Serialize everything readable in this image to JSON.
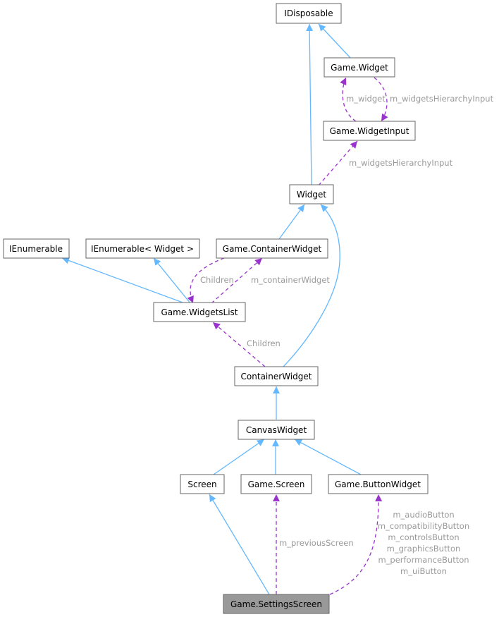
{
  "nodes": {
    "idisposable": "IDisposable",
    "game_widget": "Game.Widget",
    "game_widget_input": "Game.WidgetInput",
    "widget": "Widget",
    "ienumerable": "IEnumerable",
    "ienumerable_widget": "IEnumerable< Widget >",
    "game_container_widget": "Game.ContainerWidget",
    "game_widgets_list": "Game.WidgetsList",
    "container_widget": "ContainerWidget",
    "canvas_widget": "CanvasWidget",
    "screen": "Screen",
    "game_screen": "Game.Screen",
    "game_button_widget": "Game.ButtonWidget",
    "game_settings_screen": "Game.SettingsScreen"
  },
  "labels": {
    "m_widget": "m_widget",
    "m_widgets_hierarchy_input_1": "m_widgetsHierarchyInput",
    "m_widgets_hierarchy_input_2": "m_widgetsHierarchyInput",
    "children_1": "Children",
    "m_container_widget": "m_containerWidget",
    "children_2": "Children",
    "m_previous_screen": "m_previousScreen",
    "buttons": [
      "m_audioButton",
      "m_compatibilityButton",
      "m_controlsButton",
      "m_graphicsButton",
      "m_performanceButton",
      "m_uiButton"
    ]
  },
  "colors": {
    "inheritance": "#63b8ff",
    "usage": "#9a32cd",
    "focus_fill": "#999999"
  }
}
